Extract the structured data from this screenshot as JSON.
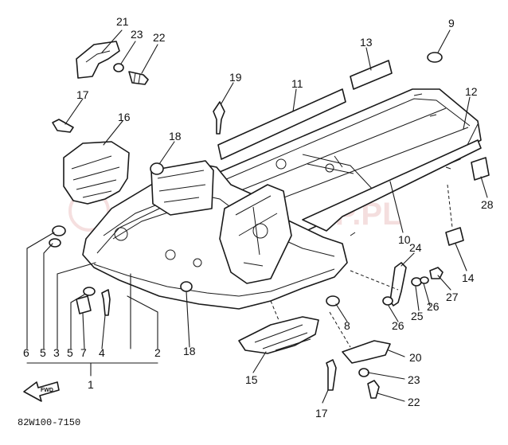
{
  "diagram": {
    "code": "82W100-7150",
    "fwd_label": "FWD",
    "watermark": "YAMASKLEP.PL",
    "labels": {
      "p1": "1",
      "p2": "2",
      "p3": "3",
      "p4": "4",
      "p5a": "5",
      "p5b": "5",
      "p6": "6",
      "p7": "7",
      "p8": "8",
      "p9": "9",
      "p10": "10",
      "p11": "11",
      "p12": "12",
      "p13": "13",
      "p14": "14",
      "p15": "15",
      "p16": "16",
      "p17a": "17",
      "p17b": "17",
      "p18a": "18",
      "p18b": "18",
      "p19": "19",
      "p20": "20",
      "p21": "21",
      "p22a": "22",
      "p22b": "22",
      "p23a": "23",
      "p23b": "23",
      "p24": "24",
      "p25": "25",
      "p26a": "26",
      "p26b": "26",
      "p27": "27",
      "p28": "28"
    }
  }
}
